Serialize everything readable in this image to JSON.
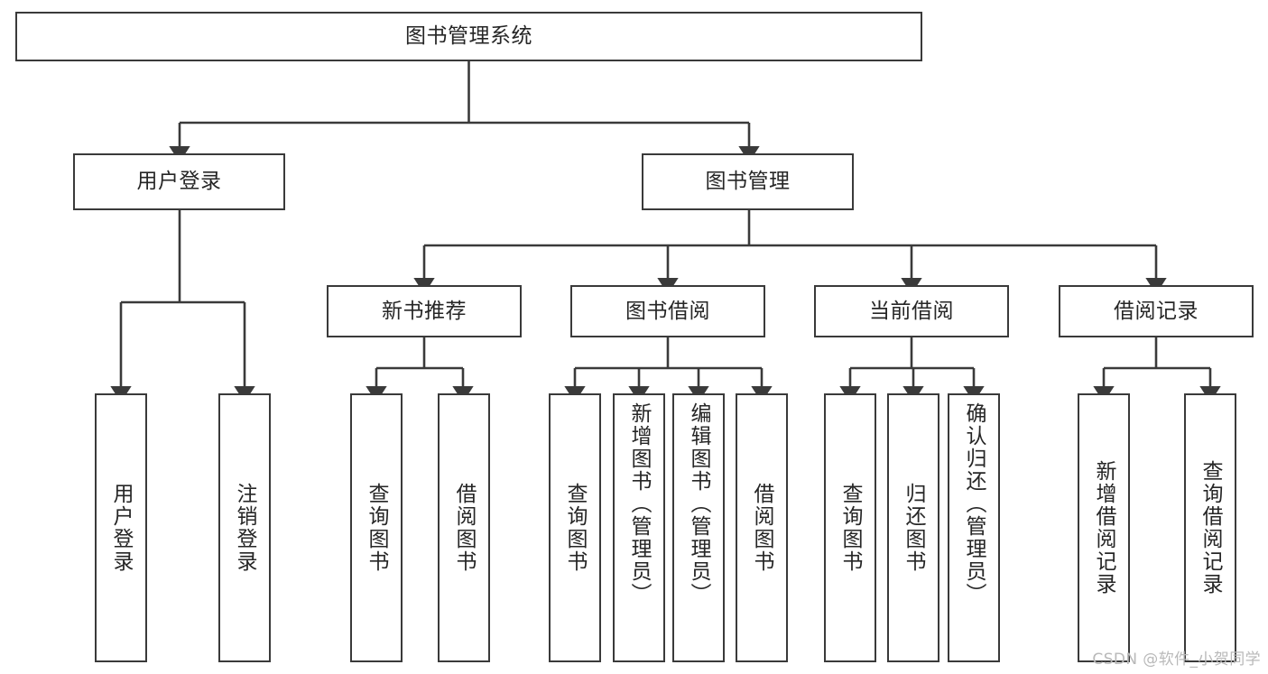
{
  "diagram": {
    "title": "图书管理系统",
    "watermark": "CSDN @软件_小贺同学",
    "colors": {
      "stroke": "#3a3a3a",
      "text": "#262626",
      "background": "#ffffff",
      "watermark": "#b9b9b9"
    },
    "levels": {
      "root": {
        "label": "图书管理系统"
      },
      "level2": [
        {
          "label": "用户登录"
        },
        {
          "label": "图书管理"
        }
      ],
      "level3": [
        {
          "label": "新书推荐"
        },
        {
          "label": "图书借阅"
        },
        {
          "label": "当前借阅"
        },
        {
          "label": "借阅记录"
        }
      ],
      "leaves": [
        {
          "label": "用户登录",
          "parent": "用户登录"
        },
        {
          "label": "注销登录",
          "parent": "用户登录"
        },
        {
          "label": "查询图书",
          "parent": "新书推荐"
        },
        {
          "label": "借阅图书",
          "parent": "新书推荐"
        },
        {
          "label": "查询图书",
          "parent": "图书借阅"
        },
        {
          "label": "新增图书（管理员）",
          "parent": "图书借阅"
        },
        {
          "label": "编辑图书（管理员）",
          "parent": "图书借阅"
        },
        {
          "label": "借阅图书",
          "parent": "图书借阅"
        },
        {
          "label": "查询图书",
          "parent": "当前借阅"
        },
        {
          "label": "归还图书",
          "parent": "当前借阅"
        },
        {
          "label": "确认归还（管理员）",
          "parent": "当前借阅"
        },
        {
          "label": "新增借阅记录",
          "parent": "借阅记录"
        },
        {
          "label": "查询借阅记录",
          "parent": "借阅记录"
        }
      ]
    }
  }
}
